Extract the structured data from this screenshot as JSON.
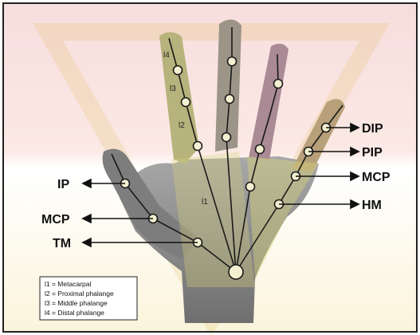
{
  "labels": {
    "left": [
      "IP",
      "MCP",
      "TM"
    ],
    "right": [
      "DIP",
      "PIP",
      "MCP",
      "HM"
    ]
  },
  "segment_labels": [
    "l4",
    "l3",
    "l2",
    "l1"
  ],
  "legend": [
    "l1 = Metacarpal",
    "l2 = Proximal phalange",
    "l3 = Middle phalange",
    "l4 = Distal phalange"
  ],
  "colors": {
    "background_top": "#f6dcdc",
    "background_bottom": "#fbf6e0",
    "border": "#222222",
    "yellow_overlay": "#d8d27a",
    "red_overlay": "#c98a9a",
    "skin": "#8c8c8c",
    "joint": "#f2f0d0"
  }
}
